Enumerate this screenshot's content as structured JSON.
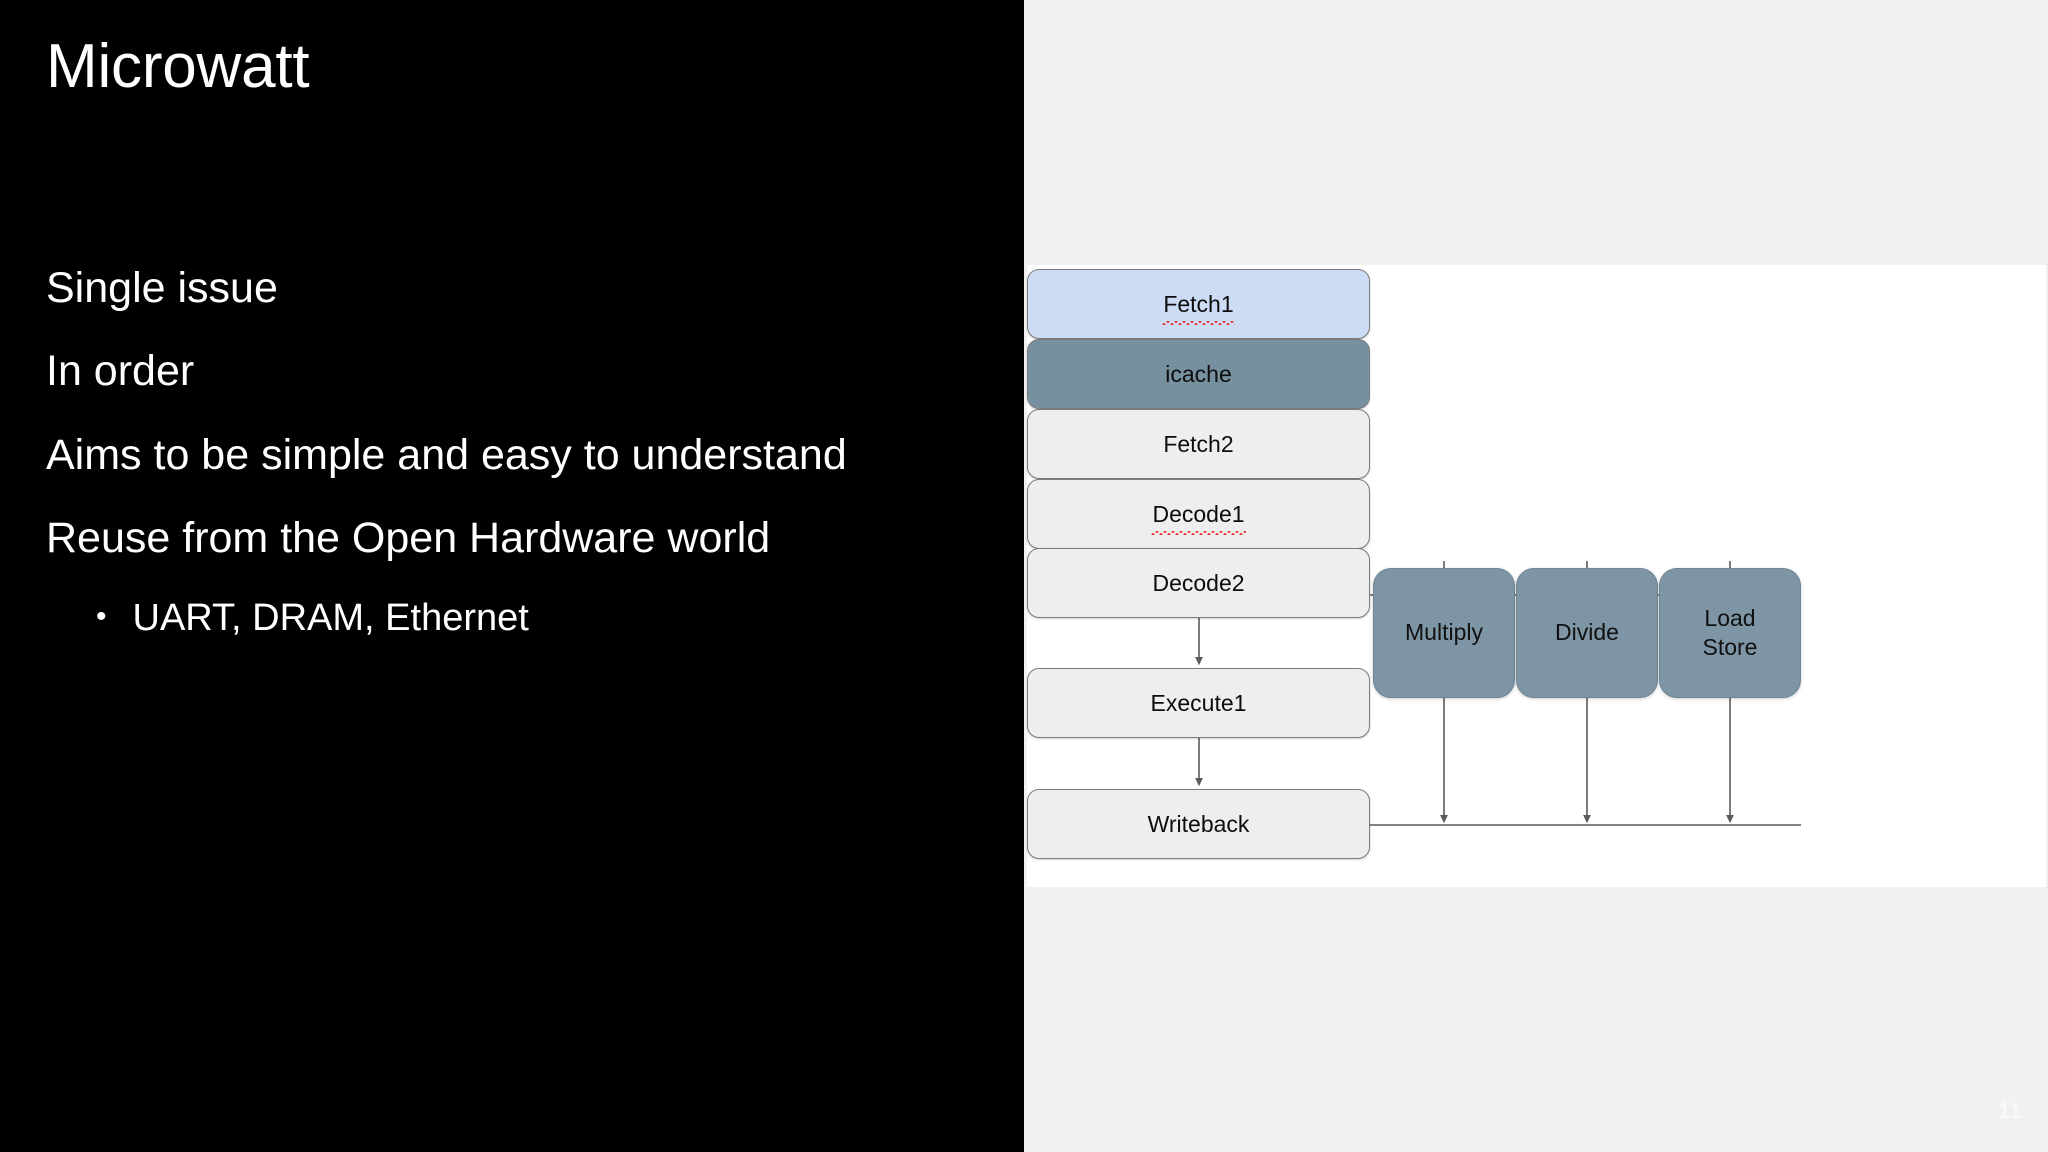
{
  "slide": {
    "title": "Microwatt",
    "page_number": "11",
    "background_color": "#f1f1f1",
    "panel_color": "#000000",
    "text_color": "#ffffff"
  },
  "bullets": [
    {
      "level": 1,
      "text": "Single issue"
    },
    {
      "level": 1,
      "text": "In order"
    },
    {
      "level": 1,
      "text": "Aims to be simple and easy to understand"
    },
    {
      "level": 1,
      "text": "Reuse from the Open Hardware world"
    },
    {
      "level": 2,
      "text": "UART, DRAM, Ethernet",
      "marker": "•"
    }
  ],
  "diagram": {
    "pipeline_stages": [
      {
        "id": "fetch1",
        "label": "Fetch1",
        "fill": "#cddcf5",
        "spellcheck_underline": true
      },
      {
        "id": "icache",
        "label": "icache",
        "fill": "#76909f",
        "spellcheck_underline": false
      },
      {
        "id": "fetch2",
        "label": "Fetch2",
        "fill": "#eeeeee",
        "spellcheck_underline": false
      },
      {
        "id": "decode1",
        "label": "Decode1",
        "fill": "#eeeeee",
        "spellcheck_underline": true
      },
      {
        "id": "decode2",
        "label": "Decode2",
        "fill": "#eeeeee",
        "spellcheck_underline": false
      },
      {
        "id": "execute1",
        "label": "Execute1",
        "fill": "#eeeeee",
        "spellcheck_underline": false
      },
      {
        "id": "writeback",
        "label": "Writeback",
        "fill": "#eeeeee",
        "spellcheck_underline": false
      }
    ],
    "execution_units": [
      {
        "id": "multiply",
        "label": "Multiply",
        "fill": "#7d95a5"
      },
      {
        "id": "divide",
        "label": "Divide",
        "fill": "#7d95a5"
      },
      {
        "id": "loadstore",
        "label": "Load\nStore",
        "line1": "Load",
        "line2": "Store",
        "fill": "#7d95a5"
      }
    ],
    "arrow_color": "#5b5b5b"
  }
}
